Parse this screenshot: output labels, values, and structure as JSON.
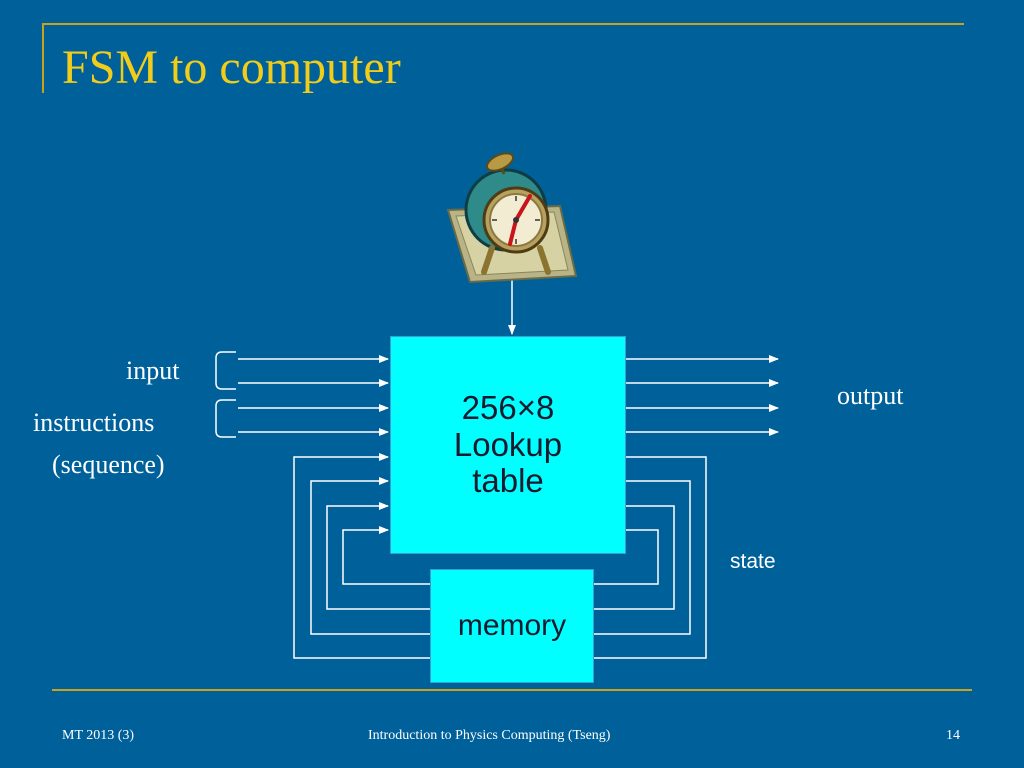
{
  "slide": {
    "title": "FSM to computer",
    "labels": {
      "input": "input",
      "instructions": "instructions",
      "sequence": "(sequence)",
      "output": "output",
      "state": "state"
    },
    "lookup_table": {
      "size": "256×8",
      "line1": "Lookup",
      "line2": "table"
    },
    "memory": "memory",
    "footer": {
      "left": "MT 2013 (3)",
      "center": "Introduction to Physics Computing (Tseng)",
      "page": "14"
    },
    "colors": {
      "background": "#00619a",
      "accent": "#c9a21b",
      "title": "#f2cc1a",
      "box": "#00ffff"
    },
    "icons": [
      "alarm-clock-icon"
    ]
  }
}
